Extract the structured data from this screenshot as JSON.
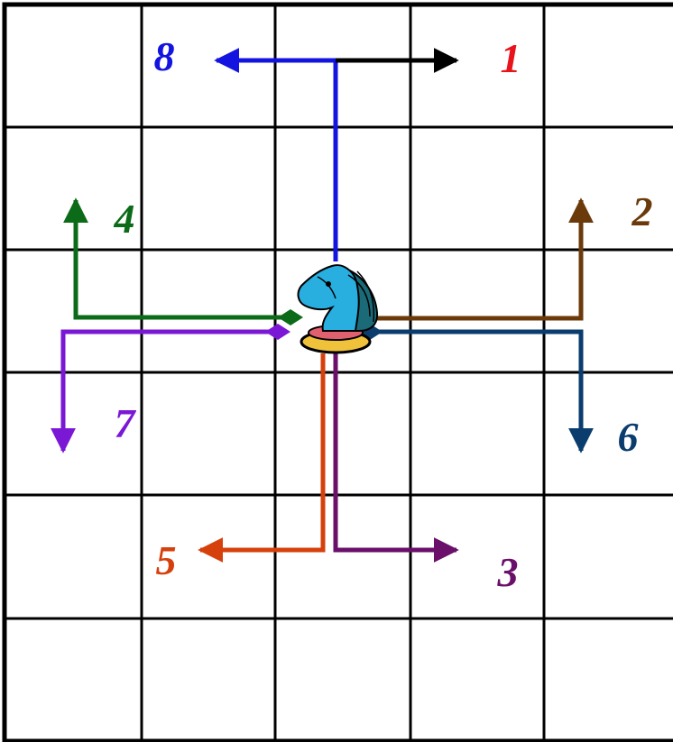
{
  "board": {
    "grid_color": "#000000",
    "background": "#ffffff"
  },
  "piece": {
    "icon": "knight-icon",
    "colors": {
      "head": "#29aee0",
      "mane": "#1a6a78",
      "base": "#f0c13a",
      "collar": "#e06070",
      "outline": "#000000"
    }
  },
  "moves": [
    {
      "label": "1",
      "color": "#e8131b"
    },
    {
      "label": "2",
      "color": "#6b3a0b"
    },
    {
      "label": "3",
      "color": "#6a0f6a"
    },
    {
      "label": "4",
      "color": "#0b6b18"
    },
    {
      "label": "5",
      "color": "#d6400d"
    },
    {
      "label": "6",
      "color": "#0a3d6e"
    },
    {
      "label": "7",
      "color": "#7a18d6"
    },
    {
      "label": "8",
      "color": "#1414e0"
    }
  ],
  "path_colors": {
    "vertical_up": "#1414e0",
    "right_of_up": "#000000"
  }
}
